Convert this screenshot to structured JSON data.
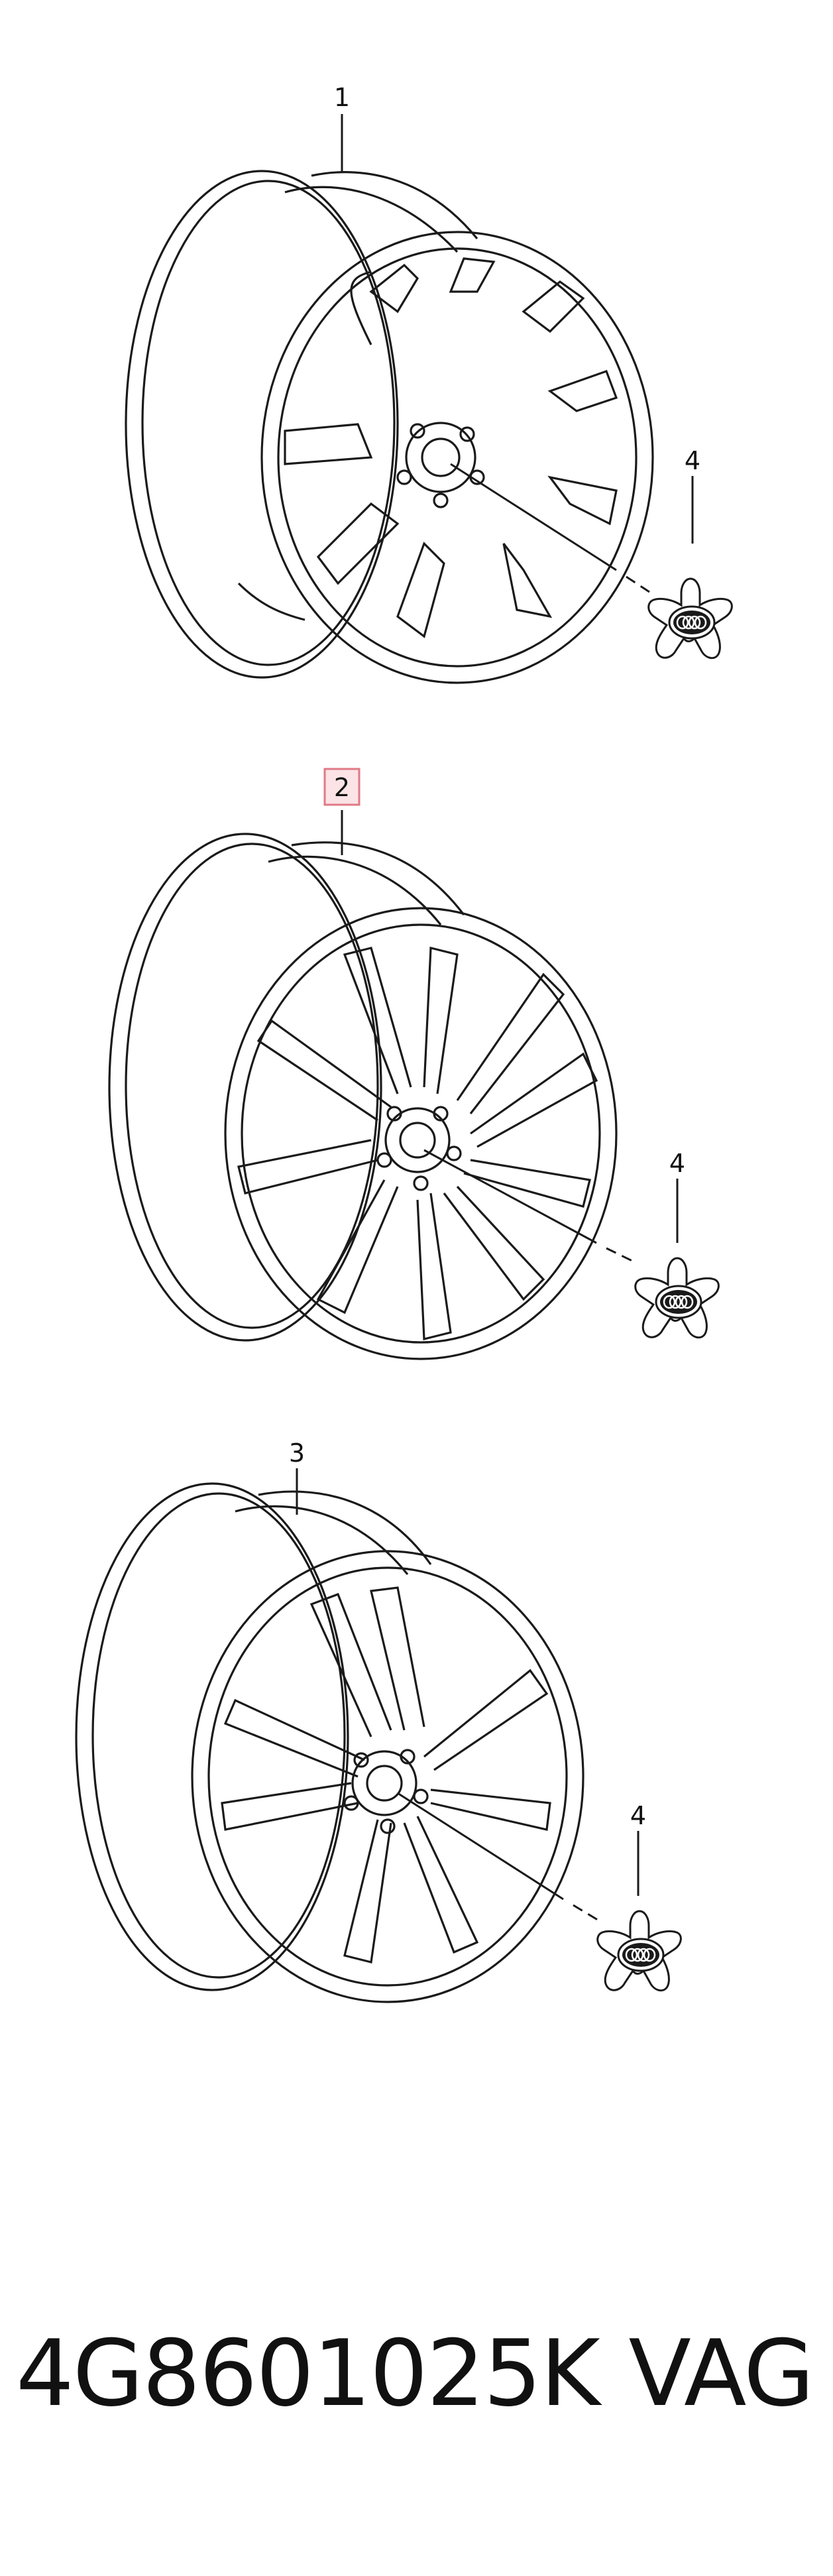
{
  "callouts": {
    "wheel_1": "1",
    "wheel_2": "2",
    "wheel_3": "3",
    "cap_1": "4",
    "cap_2": "4",
    "cap_3": "4"
  },
  "footer": {
    "part_number": "4G8601025K",
    "brand": "VAG"
  },
  "colors": {
    "line": "#1a1a1a",
    "highlight_border": "#e07a86",
    "highlight_fill": "#fbe3e6"
  }
}
